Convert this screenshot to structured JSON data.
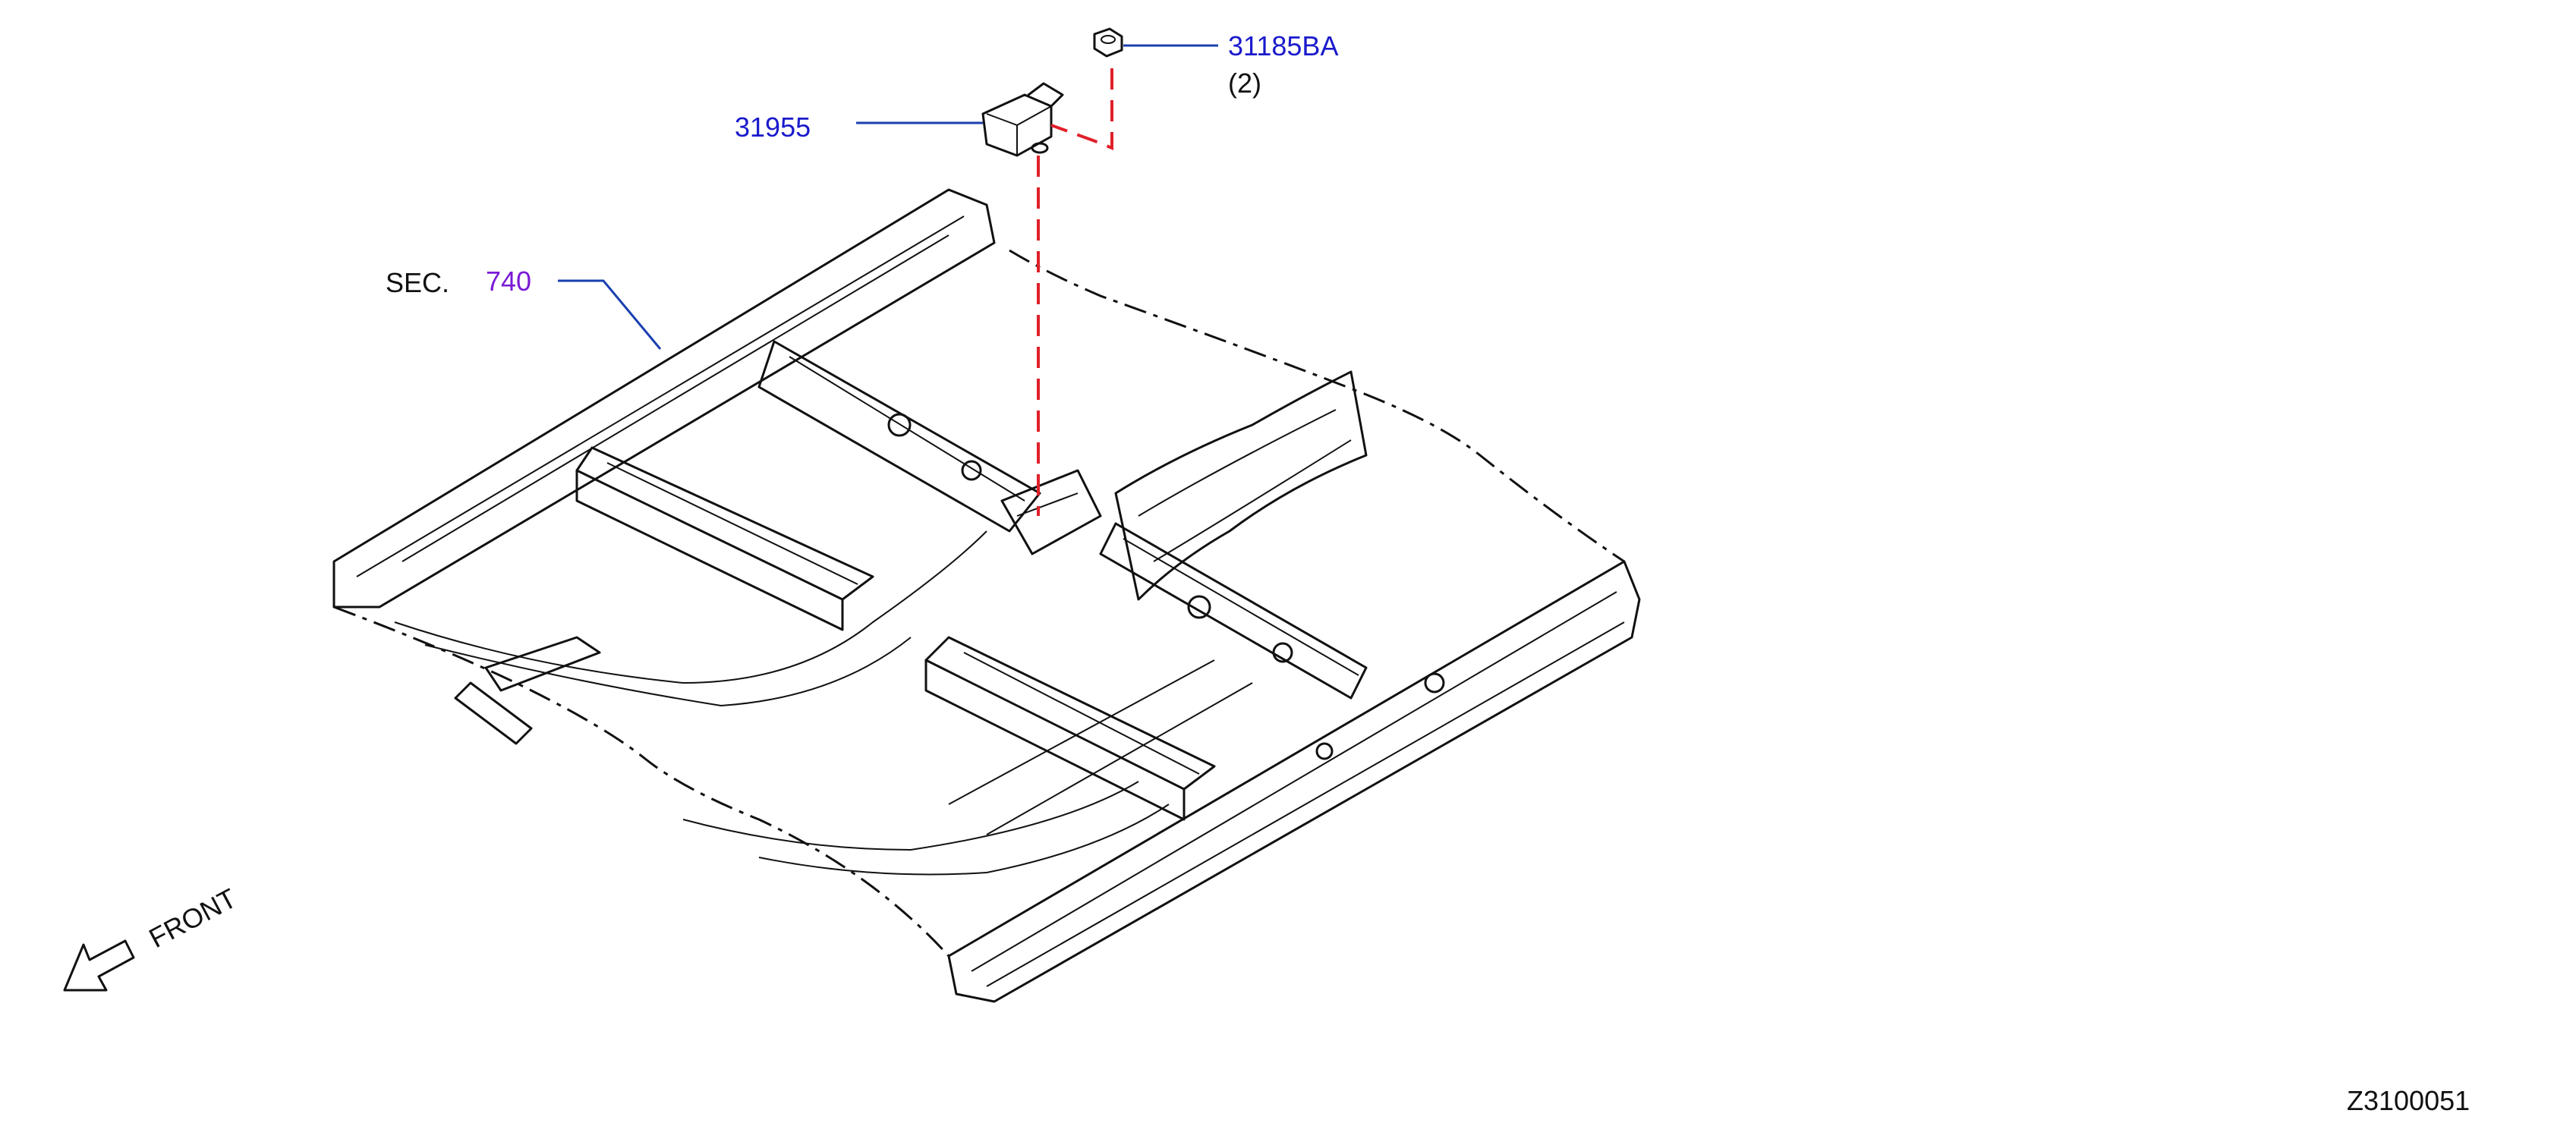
{
  "callouts": {
    "nut_part": "31185BA",
    "nut_qty": "(2)",
    "sensor_part": "31955",
    "section_prefix": "SEC.",
    "section_number": "740",
    "front_label": "FRONT",
    "diagram_code": "Z3100051"
  },
  "colors": {
    "part_number": "#1a1acc",
    "section_link": "#7a1ad6",
    "leader": "#1a3fb0",
    "dashed_guide": "#e0202a",
    "linework": "#111111"
  }
}
